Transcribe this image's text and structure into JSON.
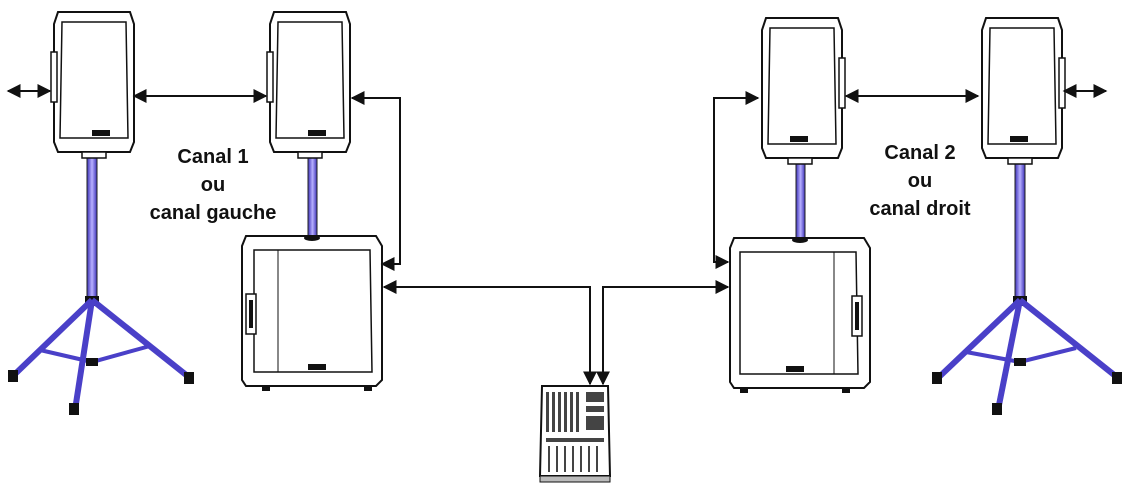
{
  "labels": {
    "channel_left": [
      "Canal 1",
      "ou",
      "canal gauche"
    ],
    "channel_right": [
      "Canal 2",
      "ou",
      "canal droit"
    ]
  },
  "icons": {
    "speaker": "speaker-icon",
    "subwoofer": "subwoofer-icon",
    "stand": "tripod-stand-icon",
    "mixer": "mixer-icon",
    "cable": "cable-arrow"
  },
  "colors": {
    "line": "#111111",
    "pole": "#5a4fd0",
    "pole_light": "#b8b0ff",
    "cabinet_fill": "#ffffff"
  }
}
